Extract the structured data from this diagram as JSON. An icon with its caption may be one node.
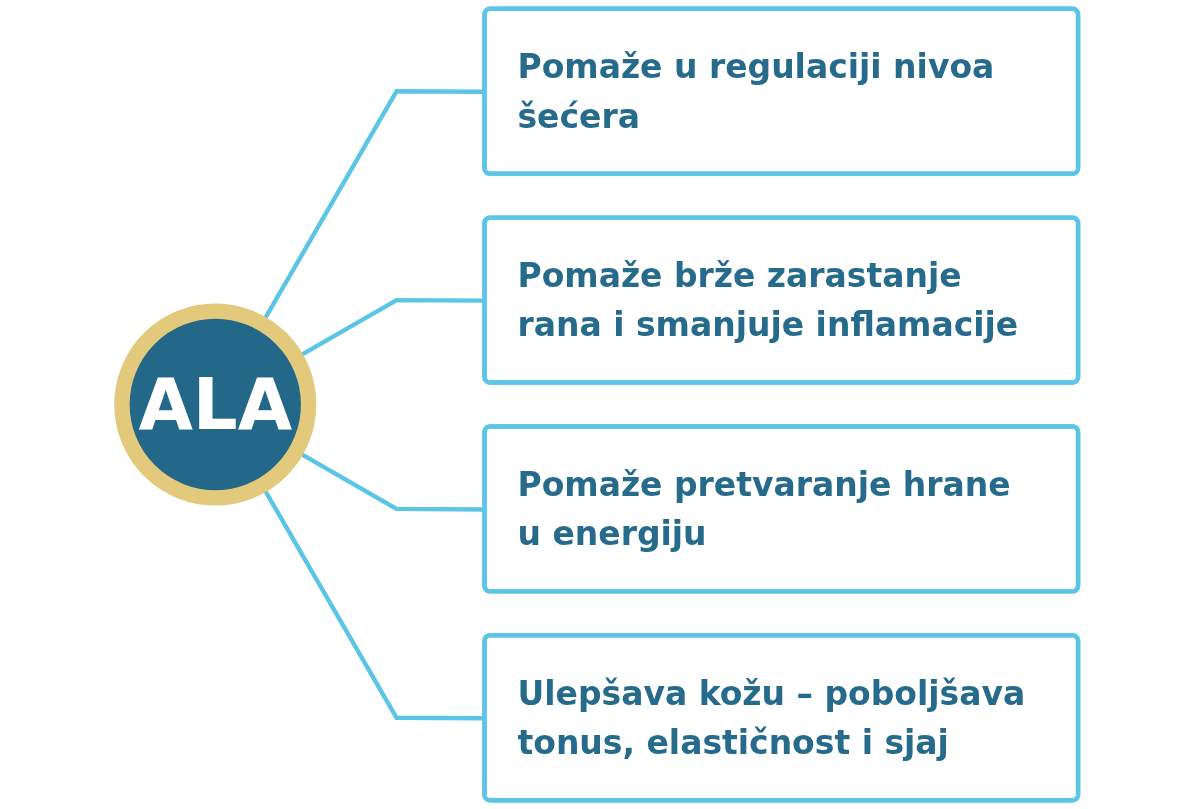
{
  "diagram": {
    "nodes": [
      {
        "text": [
          "ALA"
        ]
      },
      {
        "text": [
          "Pomaže u regulaciji nivoa šećera"
        ]
      },
      {
        "text": [
          "Pomaže brže zarastanje rana i smanjuje inflamacije"
        ]
      },
      {
        "text": [
          "Pomaže pretvaranje hrane u energiju"
        ]
      },
      {
        "text": [
          "Ulepšava kožu – poboljšava tonus, elastičnost i sjaj"
        ]
      }
    ],
    "edges": [
      {
        "from": 0,
        "to": 1,
        "arrow": "none"
      },
      {
        "from": 0,
        "to": 2,
        "arrow": "none"
      },
      {
        "from": 0,
        "to": 3,
        "arrow": "none"
      },
      {
        "from": 0,
        "to": 4,
        "arrow": "none"
      }
    ]
  }
}
